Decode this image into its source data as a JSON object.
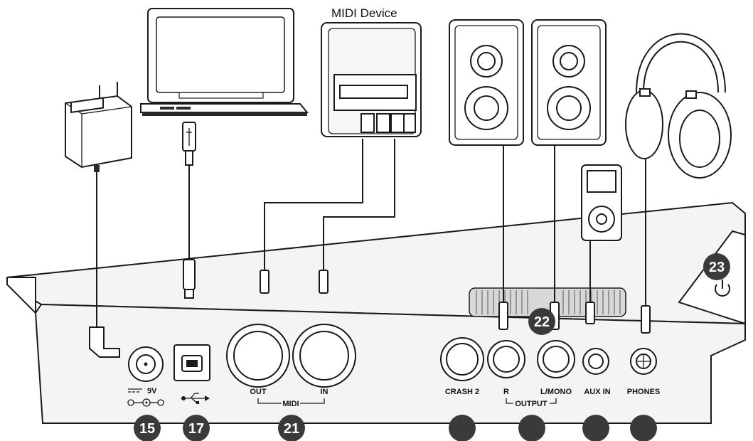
{
  "midi_device_label": "MIDI Device",
  "ports": {
    "power_label": "9V",
    "midi_out": "OUT",
    "midi_group": "MIDI",
    "midi_in": "IN",
    "crash2": "CRASH 2",
    "output_r": "R",
    "output_group": "OUTPUT",
    "output_lmono": "L/MONO",
    "aux_in": "AUX IN",
    "phones": "PHONES"
  },
  "callouts": {
    "c15": "15",
    "c17": "17",
    "c21": "21",
    "c22": "22",
    "c23": "23"
  },
  "colors": {
    "badge": "#3a3a3a",
    "line": "#1a1a1a",
    "panel": "#f4f4f4"
  }
}
